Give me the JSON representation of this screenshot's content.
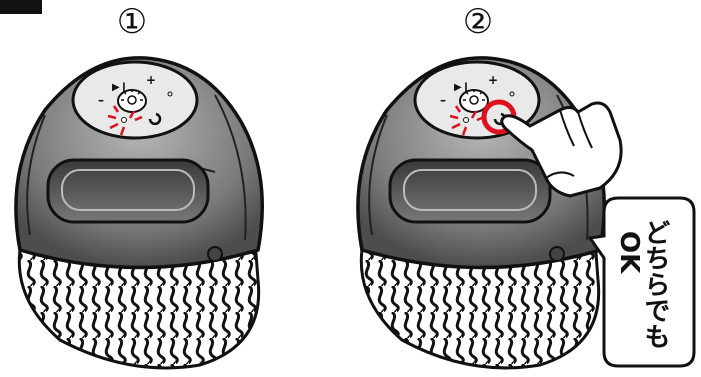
{
  "steps": [
    {
      "label": "①"
    },
    {
      "label": "②"
    }
  ],
  "callout": {
    "line1": "どちらでも",
    "line2": "OK"
  },
  "colors": {
    "outline": "#111111",
    "body_dark": "#555555",
    "body_mid": "#9a9a9a",
    "panel_light": "#e6e6e6",
    "highlight_red": "#e0101e"
  },
  "icons": [
    "speaker-device-icon",
    "pointing-hand-icon",
    "light-burst-icon",
    "repeat-icon",
    "play-pause-icon"
  ]
}
